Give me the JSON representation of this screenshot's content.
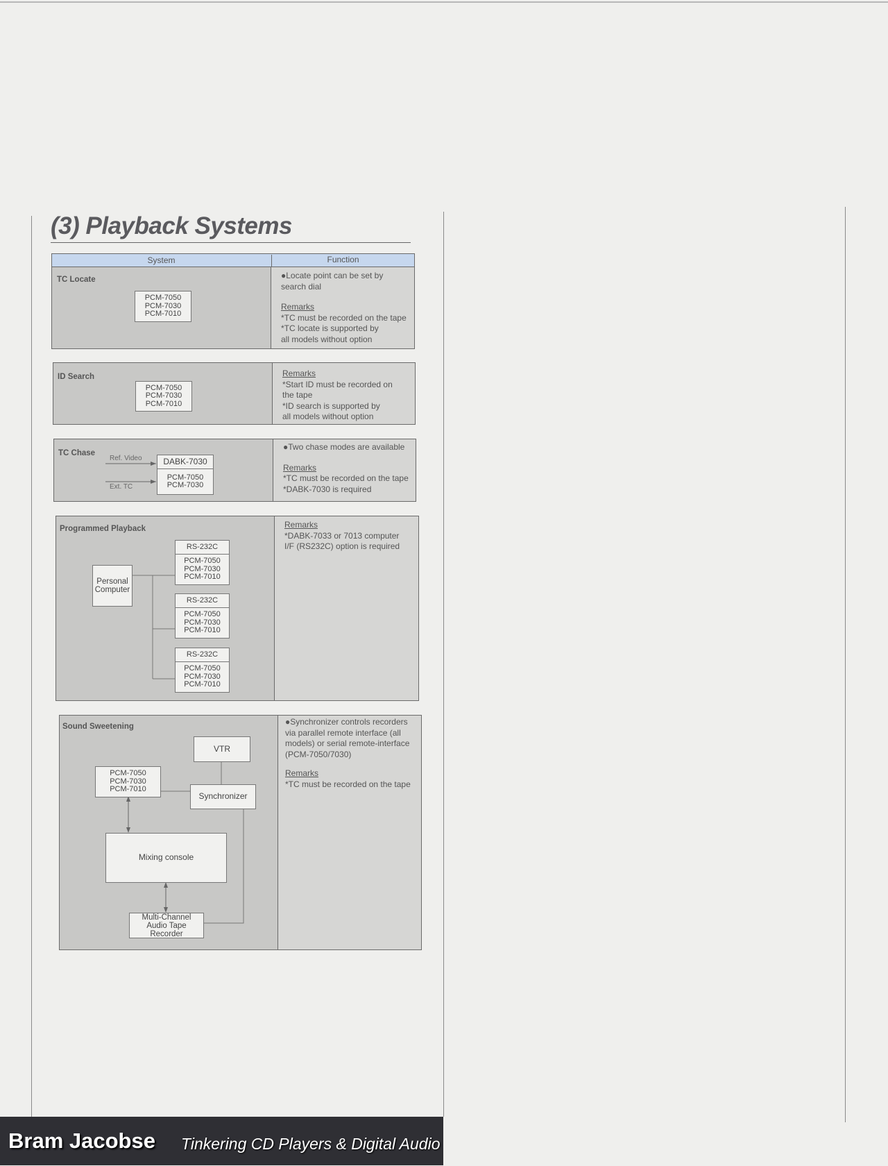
{
  "section_title": "(3) Playback Systems",
  "header": {
    "system": "System",
    "function": "Function"
  },
  "model_lines": [
    "PCM-7050",
    "PCM-7030",
    "PCM-7010"
  ],
  "remarks_label": "Remarks",
  "tc_locate": {
    "label": "TC Locate",
    "function": [
      "●Locate point can be set by",
      "  search dial"
    ],
    "remarks": [
      "*TC must be recorded on the tape",
      "*TC locate is supported by",
      "  all models without option"
    ]
  },
  "id_search": {
    "label": "ID Search",
    "remarks": [
      "*Start ID must be recorded on",
      "  the tape",
      "*ID search is supported by",
      "  all models without option"
    ]
  },
  "tc_chase": {
    "label": "TC Chase",
    "ref_video": "Ref. Video",
    "ext_tc": "Ext. TC",
    "dabk": "DABK-7030",
    "models": [
      "PCM-7050",
      "PCM-7030"
    ],
    "function": [
      "●Two chase modes are available"
    ],
    "remarks": [
      "*TC must be recorded on the tape",
      "*DABK-7030 is required"
    ]
  },
  "programmed_playback": {
    "label": "Programmed Playback",
    "computer": [
      "Personal",
      "Computer"
    ],
    "interface": "RS-232C",
    "remarks": [
      "*DABK-7033 or 7013 computer",
      "  I/F (RS232C) option is required"
    ]
  },
  "sound_sweetening": {
    "label": "Sound Sweetening",
    "vtr": "VTR",
    "synchronizer": "Synchronizer",
    "mixing_console": "Mixing console",
    "mtr": [
      "Multi-Channel",
      "Audio Tape Recorder"
    ],
    "function": [
      "●Synchronizer controls recorders",
      "  via parallel remote interface (all",
      "  models) or serial remote-interface",
      "  (PCM-7050/7030)"
    ],
    "remarks": [
      "*TC must be recorded on the tape"
    ]
  },
  "footer": {
    "name": "Bram Jacobse",
    "tagline": "Tinkering CD Players & Digital Audio"
  }
}
